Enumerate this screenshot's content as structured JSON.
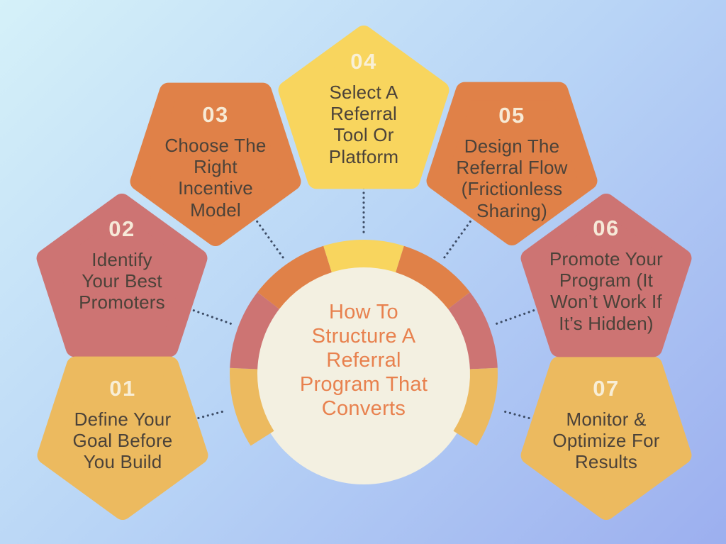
{
  "title": "How To\nStructure A\nReferral\nProgram That\nConverts",
  "steps": [
    {
      "number": "01",
      "label": "Define Your\nGoal Before\nYou Build",
      "color": "#ecba5f"
    },
    {
      "number": "02",
      "label": "Identify\nYour Best\nPromoters",
      "color": "#cd7473"
    },
    {
      "number": "03",
      "label": "Choose The\nRight\nIncentive\nModel",
      "color": "#e08148"
    },
    {
      "number": "04",
      "label": "Select A\nReferral\nTool Or\nPlatform",
      "color": "#f8d55e"
    },
    {
      "number": "05",
      "label": "Design The\nReferral Flow\n(Frictionless\nSharing)",
      "color": "#e08148"
    },
    {
      "number": "06",
      "label": "Promote Your\nProgram (It\nWon’t Work If\nIt’s Hidden)",
      "color": "#cd7473"
    },
    {
      "number": "07",
      "label": "Monitor &\nOptimize For\nResults",
      "color": "#ecba5f"
    }
  ],
  "colors": {
    "step-yellow": "#ecba5f",
    "step-bright-yellow": "#f8d55e",
    "step-orange": "#e08148",
    "step-pink": "#cd7473",
    "center-circle": "#f3f0e1",
    "title-text": "#e8814e",
    "number-text": "#faf3e1",
    "label-text": "#4b4239",
    "connector-dots": "#3c4b64",
    "bg-top-left": "#d5f1f9",
    "bg-mid": "#b8d4f6",
    "bg-bottom-right": "#9cafef"
  }
}
